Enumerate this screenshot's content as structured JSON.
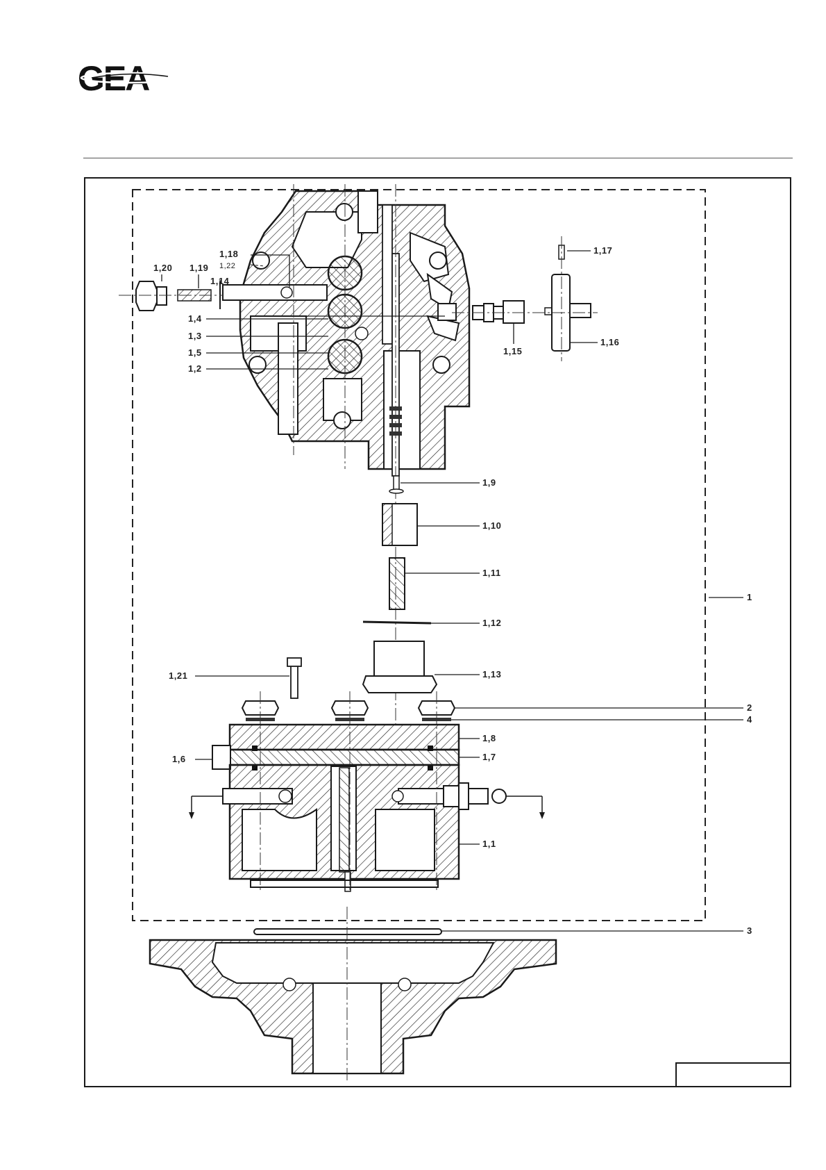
{
  "header": {
    "logo_text": "GEA"
  },
  "callouts": [
    {
      "id": "1.20",
      "text": "1,20"
    },
    {
      "id": "1.19",
      "text": "1,19"
    },
    {
      "id": "1.14",
      "text": "1,14"
    },
    {
      "id": "1.18",
      "text": "1,18"
    },
    {
      "id": "1.22",
      "text": "1,22"
    },
    {
      "id": "1.17",
      "text": "1,17"
    },
    {
      "id": "1.16",
      "text": "1,16"
    },
    {
      "id": "1.15",
      "text": "1,15"
    },
    {
      "id": "1.4",
      "text": "1,4"
    },
    {
      "id": "1.3",
      "text": "1,3"
    },
    {
      "id": "1.5",
      "text": "1,5"
    },
    {
      "id": "1.2",
      "text": "1,2"
    },
    {
      "id": "1.9",
      "text": "1,9"
    },
    {
      "id": "1.10",
      "text": "1,10"
    },
    {
      "id": "1.11",
      "text": "1,11"
    },
    {
      "id": "1",
      "text": "1"
    },
    {
      "id": "1.12",
      "text": "1,12"
    },
    {
      "id": "1.13",
      "text": "1,13"
    },
    {
      "id": "1.21",
      "text": "1,21"
    },
    {
      "id": "2",
      "text": "2"
    },
    {
      "id": "4",
      "text": "4"
    },
    {
      "id": "1.8",
      "text": "1,8"
    },
    {
      "id": "1.6",
      "text": "1,6"
    },
    {
      "id": "1.7",
      "text": "1,7"
    },
    {
      "id": "1.1",
      "text": "1,1"
    },
    {
      "id": "3",
      "text": "3"
    }
  ]
}
